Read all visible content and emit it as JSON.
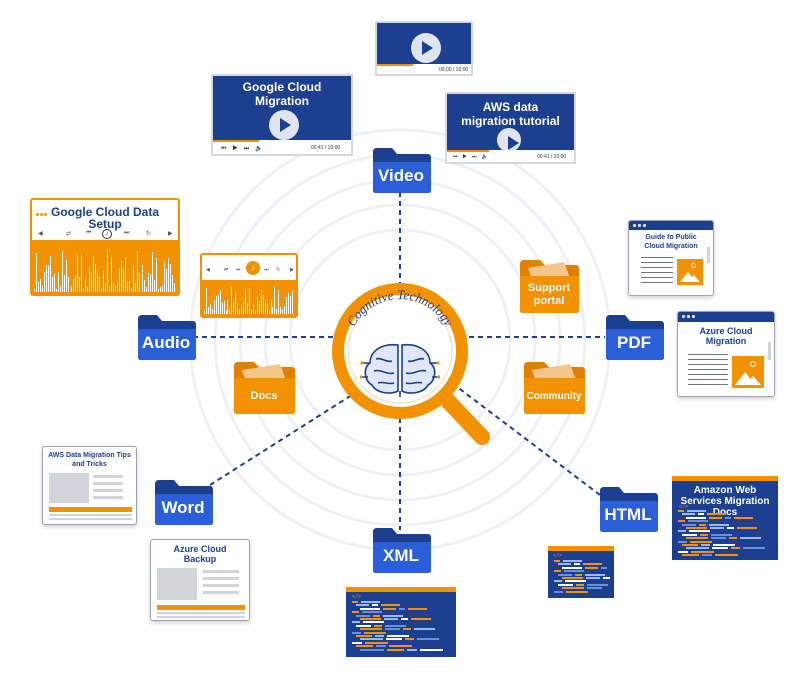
{
  "center": {
    "label": "Cognitive Technology",
    "brand_colors": {
      "blue": "#1d3f8f",
      "orange": "#f39200",
      "link_blue": "#2a5fd8"
    }
  },
  "folders": {
    "video": "Video",
    "audio": "Audio",
    "pdf": "PDF",
    "word": "Word",
    "xml": "XML",
    "html": "HTML",
    "docs": "Docs",
    "support": "Support portal",
    "community": "Community"
  },
  "videos": {
    "top_time": "00:00 / 10:00",
    "google": {
      "title": "Google Cloud Migration",
      "time": "00:41 / 10:00"
    },
    "aws": {
      "title": "AWS data migration tutorial",
      "time": "00:41 / 10:00"
    }
  },
  "audio": {
    "large_title": "Google Cloud Data Setup"
  },
  "documents": {
    "guide_public": "Guide to Public Cloud Migration",
    "azure_migration": "Azure Cloud Migration",
    "aws_tips": "AWS Data Migration Tips and Tricks",
    "azure_backup": "Azure Cloud Backup"
  },
  "code": {
    "tag": "</>",
    "aws_docs": "Amazon Web Services Migration Docs"
  },
  "icons": [
    "folder-icon",
    "play-icon",
    "music-note-icon",
    "image-icon",
    "magnifier-icon",
    "brain-icon"
  ]
}
